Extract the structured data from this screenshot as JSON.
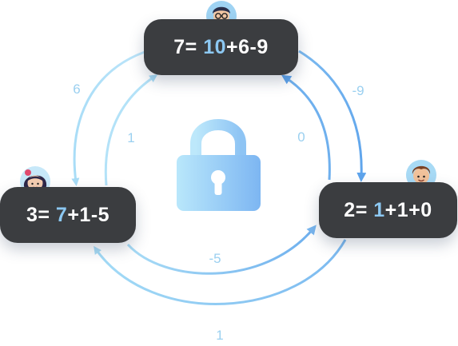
{
  "nodes": {
    "top": {
      "lhs": "7=",
      "highlight": "10",
      "rest": "+6-9"
    },
    "left": {
      "lhs": "3=",
      "highlight": "7",
      "rest": "+1-5"
    },
    "right": {
      "lhs": "2=",
      "highlight": "1",
      "rest": "+1+0"
    }
  },
  "edges": {
    "left_outer": "6",
    "left_inner": "1",
    "right_outer": "-9",
    "right_inner": "0",
    "bottom_inner": "-5",
    "bottom_outer": "1"
  },
  "icons": {
    "center": "lock-icon",
    "top_avatar": "avatar-boy-glasses-icon",
    "left_avatar": "avatar-girl-icon",
    "right_avatar": "avatar-boy-icon"
  },
  "colors": {
    "pill": "#3b3d40",
    "highlight": "#8cc8f2",
    "arrow_light": "#a8dcf6",
    "arrow_dark": "#6fb0ee",
    "label": "#9bd0f0"
  }
}
